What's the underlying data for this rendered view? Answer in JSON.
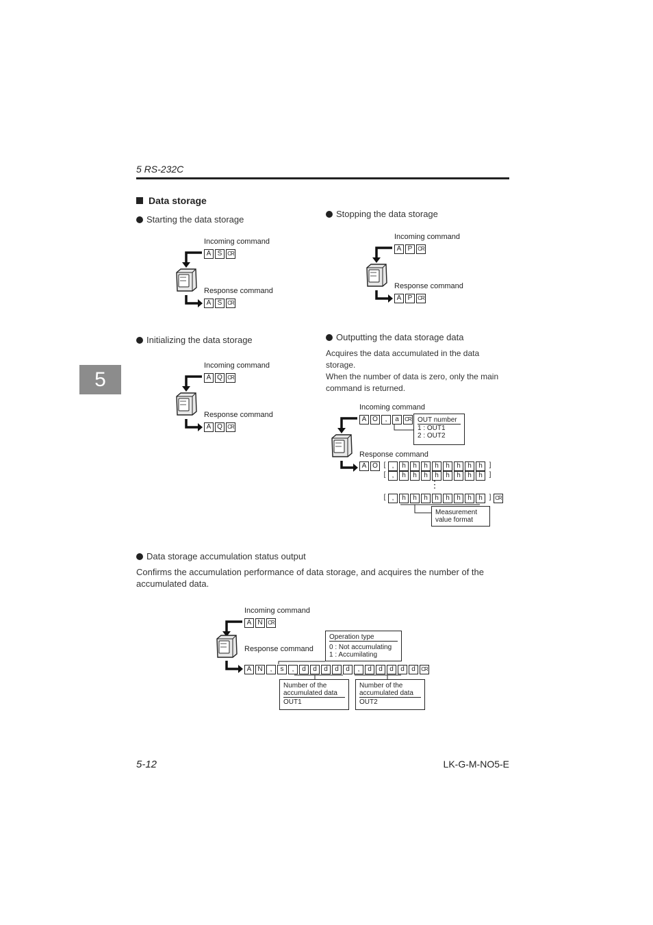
{
  "header": {
    "section": "5  RS-232C"
  },
  "chapter_tab": "5",
  "section_title": "Data storage",
  "start": {
    "title": "Starting the data storage",
    "incoming_label": "Incoming command",
    "response_label": "Response command",
    "incoming": [
      "A",
      "S",
      "CR"
    ],
    "response": [
      "A",
      "S",
      "CR"
    ]
  },
  "stop": {
    "title": "Stopping the data storage",
    "incoming_label": "Incoming command",
    "response_label": "Response command",
    "incoming": [
      "A",
      "P",
      "CR"
    ],
    "response": [
      "A",
      "P",
      "CR"
    ]
  },
  "init": {
    "title": "Initializing the data storage",
    "incoming_label": "Incoming command",
    "response_label": "Response command",
    "incoming": [
      "A",
      "Q",
      "CR"
    ],
    "response": [
      "A",
      "Q",
      "CR"
    ]
  },
  "output": {
    "title": "Outputting the data storage data",
    "desc1": "Acquires the data accumulated in the data storage.",
    "desc2": "When the number of data is zero, only the main command is returned.",
    "incoming_label": "Incoming command",
    "response_label": "Response command",
    "incoming": [
      "A",
      "O",
      ",",
      "a",
      "CR"
    ],
    "out_number_title": "OUT number",
    "out_number_1": "1 : OUT1",
    "out_number_2": "2 : OUT2",
    "response_prefix": [
      "A",
      "O"
    ],
    "data_row": [
      ",",
      "h",
      "h",
      "h",
      "h",
      "h",
      "h",
      "h",
      "h"
    ],
    "measure_l1": "Measurement",
    "measure_l2": "value format",
    "vdots": "⋮"
  },
  "status": {
    "title": "Data storage accumulation status output",
    "desc": "Confirms the accumulation performance of data storage, and acquires the number of the accumulated data.",
    "incoming_label": "Incoming command",
    "response_label": "Response command",
    "incoming": [
      "A",
      "N",
      "CR"
    ],
    "response": [
      "A",
      "N",
      ",",
      "s",
      ",",
      "d",
      "d",
      "d",
      "d",
      "d",
      ",",
      "d",
      "d",
      "d",
      "d",
      "d",
      "CR"
    ],
    "op_title": "Operation type",
    "op_0": "0 : Not accumulating",
    "op_1": "1 : Accumilating",
    "out1_l1": "Number of the",
    "out1_l2": "accumulated data",
    "out1_l3": "OUT1",
    "out2_l1": "Number of the",
    "out2_l2": "accumulated data",
    "out2_l3": "OUT2"
  },
  "footer": {
    "page": "5-12",
    "doc": "LK-G-M-NO5-E"
  }
}
